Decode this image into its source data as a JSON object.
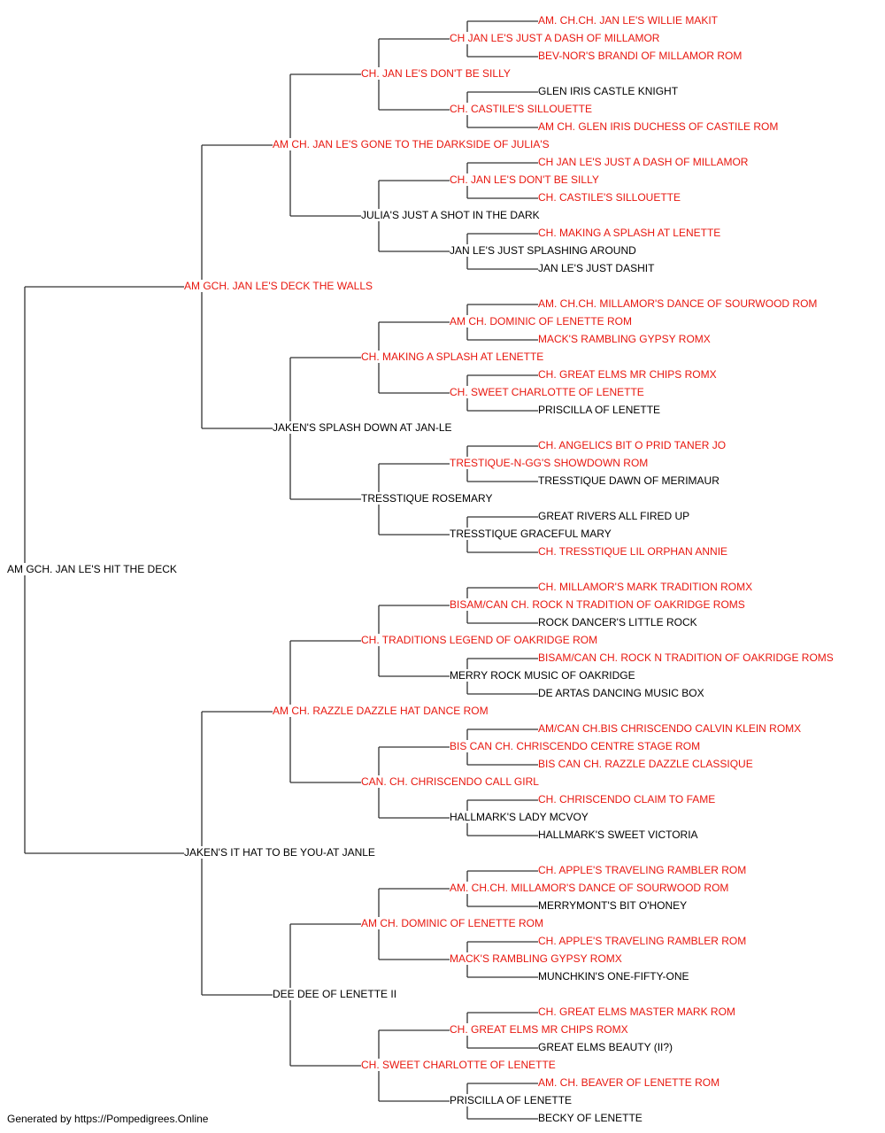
{
  "colors": {
    "champion": "#e8170f",
    "normal": "#000000",
    "line": "#333333"
  },
  "footer": "Generated by https://Pompedigrees.Online",
  "pedigree": {
    "name": "AM GCH. JAN LE'S HIT THE DECK",
    "champion": false,
    "sire": {
      "name": "AM GCH. JAN LE'S DECK THE WALLS",
      "champion": true,
      "sire": {
        "name": "AM CH. JAN LE'S GONE TO THE DARKSIDE OF JULIA'S",
        "champion": true,
        "sire": {
          "name": "CH. JAN LE'S DON'T BE SILLY",
          "champion": true,
          "sire": {
            "name": "CH JAN LE'S JUST A DASH OF MILLAMOR",
            "champion": true,
            "sire": {
              "name": "AM. CH.CH. JAN LE'S WILLIE MAKIT",
              "champion": true
            },
            "dam": {
              "name": "BEV-NOR'S BRANDI OF MILLAMOR ROM",
              "champion": true
            }
          },
          "dam": {
            "name": "CH. CASTILE'S SILLOUETTE",
            "champion": true,
            "sire": {
              "name": "GLEN IRIS CASTLE KNIGHT",
              "champion": false
            },
            "dam": {
              "name": "AM CH. GLEN IRIS DUCHESS OF CASTILE ROM",
              "champion": true
            }
          }
        },
        "dam": {
          "name": "JULIA'S JUST A SHOT IN THE DARK",
          "champion": false,
          "sire": {
            "name": "CH. JAN LE'S DON'T BE SILLY",
            "champion": true,
            "sire": {
              "name": "CH JAN LE'S JUST A DASH OF MILLAMOR",
              "champion": true
            },
            "dam": {
              "name": "CH. CASTILE'S SILLOUETTE",
              "champion": true
            }
          },
          "dam": {
            "name": "JAN LE'S JUST SPLASHING AROUND",
            "champion": false,
            "sire": {
              "name": "CH. MAKING A SPLASH AT LENETTE",
              "champion": true
            },
            "dam": {
              "name": "JAN LE'S JUST DASHIT",
              "champion": false
            }
          }
        }
      },
      "dam": {
        "name": "JAKEN'S SPLASH DOWN AT JAN-LE",
        "champion": false,
        "sire": {
          "name": "CH. MAKING A SPLASH AT LENETTE",
          "champion": true,
          "sire": {
            "name": "AM CH. DOMINIC OF LENETTE ROM",
            "champion": true,
            "sire": {
              "name": "AM. CH.CH. MILLAMOR'S DANCE OF SOURWOOD ROM",
              "champion": true
            },
            "dam": {
              "name": "MACK'S RAMBLING GYPSY ROMX",
              "champion": true
            }
          },
          "dam": {
            "name": "CH. SWEET CHARLOTTE OF LENETTE",
            "champion": true,
            "sire": {
              "name": "CH. GREAT ELMS MR CHIPS ROMX",
              "champion": true
            },
            "dam": {
              "name": "PRISCILLA OF LENETTE",
              "champion": false
            }
          }
        },
        "dam": {
          "name": "TRESSTIQUE ROSEMARY",
          "champion": false,
          "sire": {
            "name": "TRESTIQUE-N-GG'S SHOWDOWN ROM",
            "champion": true,
            "sire": {
              "name": "CH. ANGELICS BIT O PRID TANER JO",
              "champion": true
            },
            "dam": {
              "name": "TRESSTIQUE DAWN OF MERIMAUR",
              "champion": false
            }
          },
          "dam": {
            "name": "TRESSTIQUE GRACEFUL MARY",
            "champion": false,
            "sire": {
              "name": "GREAT RIVERS ALL FIRED UP",
              "champion": false
            },
            "dam": {
              "name": "CH. TRESSTIQUE LIL ORPHAN ANNIE",
              "champion": true
            }
          }
        }
      }
    },
    "dam": {
      "name": "JAKEN'S IT HAT TO BE YOU-AT JANLE",
      "champion": false,
      "sire": {
        "name": "AM CH. RAZZLE DAZZLE HAT DANCE ROM",
        "champion": true,
        "sire": {
          "name": "CH. TRADITIONS LEGEND OF OAKRIDGE ROM",
          "champion": true,
          "sire": {
            "name": "BISAM/CAN CH. ROCK N TRADITION OF OAKRIDGE ROMS",
            "champion": true,
            "sire": {
              "name": "CH. MILLAMOR'S MARK TRADITION ROMX",
              "champion": true
            },
            "dam": {
              "name": "ROCK DANCER'S LITTLE ROCK",
              "champion": false
            }
          },
          "dam": {
            "name": "MERRY ROCK MUSIC OF OAKRIDGE",
            "champion": false,
            "sire": {
              "name": "BISAM/CAN CH. ROCK N TRADITION OF OAKRIDGE ROMS",
              "champion": true
            },
            "dam": {
              "name": "DE ARTAS DANCING MUSIC BOX",
              "champion": false
            }
          }
        },
        "dam": {
          "name": "CAN. CH. CHRISCENDO CALL GIRL",
          "champion": true,
          "sire": {
            "name": "BIS CAN CH. CHRISCENDO CENTRE STAGE ROM",
            "champion": true,
            "sire": {
              "name": "AM/CAN CH.BIS CHRISCENDO CALVIN KLEIN ROMX",
              "champion": true
            },
            "dam": {
              "name": "BIS CAN CH. RAZZLE DAZZLE CLASSIQUE",
              "champion": true
            }
          },
          "dam": {
            "name": "HALLMARK'S LADY MCVOY",
            "champion": false,
            "sire": {
              "name": "CH. CHRISCENDO CLAIM TO FAME",
              "champion": true
            },
            "dam": {
              "name": "HALLMARK'S SWEET VICTORIA",
              "champion": false
            }
          }
        }
      },
      "dam": {
        "name": "DEE DEE OF LENETTE II",
        "champion": false,
        "sire": {
          "name": "AM CH. DOMINIC OF LENETTE ROM",
          "champion": true,
          "sire": {
            "name": "AM. CH.CH. MILLAMOR'S DANCE OF SOURWOOD ROM",
            "champion": true,
            "sire": {
              "name": "CH. APPLE'S TRAVELING RAMBLER ROM",
              "champion": true
            },
            "dam": {
              "name": "MERRYMONT'S BIT O'HONEY",
              "champion": false
            }
          },
          "dam": {
            "name": "MACK'S RAMBLING GYPSY ROMX",
            "champion": true,
            "sire": {
              "name": "CH. APPLE'S TRAVELING RAMBLER ROM",
              "champion": true
            },
            "dam": {
              "name": "MUNCHKIN'S ONE-FIFTY-ONE",
              "champion": false
            }
          }
        },
        "dam": {
          "name": "CH. SWEET CHARLOTTE OF LENETTE",
          "champion": true,
          "sire": {
            "name": "CH. GREAT ELMS MR CHIPS ROMX",
            "champion": true,
            "sire": {
              "name": "CH. GREAT ELMS MASTER MARK ROM",
              "champion": true
            },
            "dam": {
              "name": "GREAT ELMS BEAUTY (II?)",
              "champion": false
            }
          },
          "dam": {
            "name": "PRISCILLA OF LENETTE",
            "champion": false,
            "sire": {
              "name": "AM. CH. BEAVER OF LENETTE ROM",
              "champion": true
            },
            "dam": {
              "name": "BECKY OF LENETTE",
              "champion": false
            }
          }
        }
      }
    }
  }
}
